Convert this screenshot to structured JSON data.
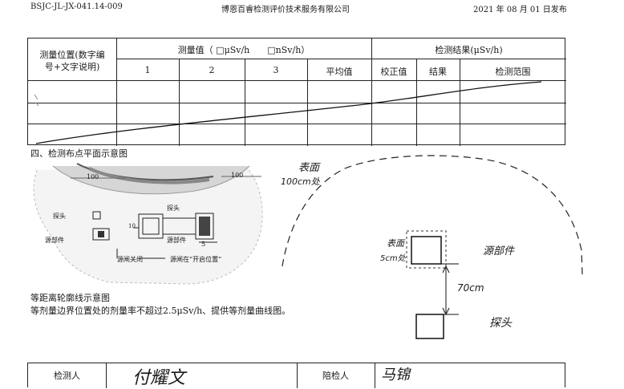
{
  "header": {
    "left": "BSJC-JL-JX-041.14-009",
    "center": "博恩百睿检测评价技术服务有限公司",
    "right": "2021 年 08 月 01 日发布"
  },
  "table": {
    "pos_header_line1": "测量位置(数字编",
    "pos_header_line2": "号+文字说明)",
    "measure_header": "测量值（ □μSv/h　　□nSv/h）",
    "result_header": "检测结果(μSv/h)",
    "cols": [
      "1",
      "2",
      "3",
      "平均值",
      "校正值",
      "结果",
      "检测范围"
    ]
  },
  "section_title": "四、检测布点平面示意图",
  "diagram": {
    "label_probe": "探头",
    "label_source": "源部件",
    "label_source2": "源部件",
    "label_probe2": "探头",
    "label_closed": "源闸关闭",
    "label_open": "源闸在“开启位置”",
    "label_100": "100",
    "label_100b": "100",
    "label_5": "5",
    "label_10": "10"
  },
  "handwriting": {
    "surface_100": "表面",
    "surface_100b": "100cm处",
    "surface_5": "表面",
    "surface_5b": "5cm处",
    "source": "源部件",
    "distance": "70cm",
    "probe": "探头"
  },
  "notes": {
    "line1": "等距离轮廓线示意图",
    "line2": "等剂量边界位置处的剂量率不超过2.5μSv/h、提供等剂量曲线图。"
  },
  "sign": {
    "inspector_label": "检测人",
    "inspector_sig": "付耀文",
    "accompany_label": "陪检人",
    "accompany_sig": "马锦"
  }
}
